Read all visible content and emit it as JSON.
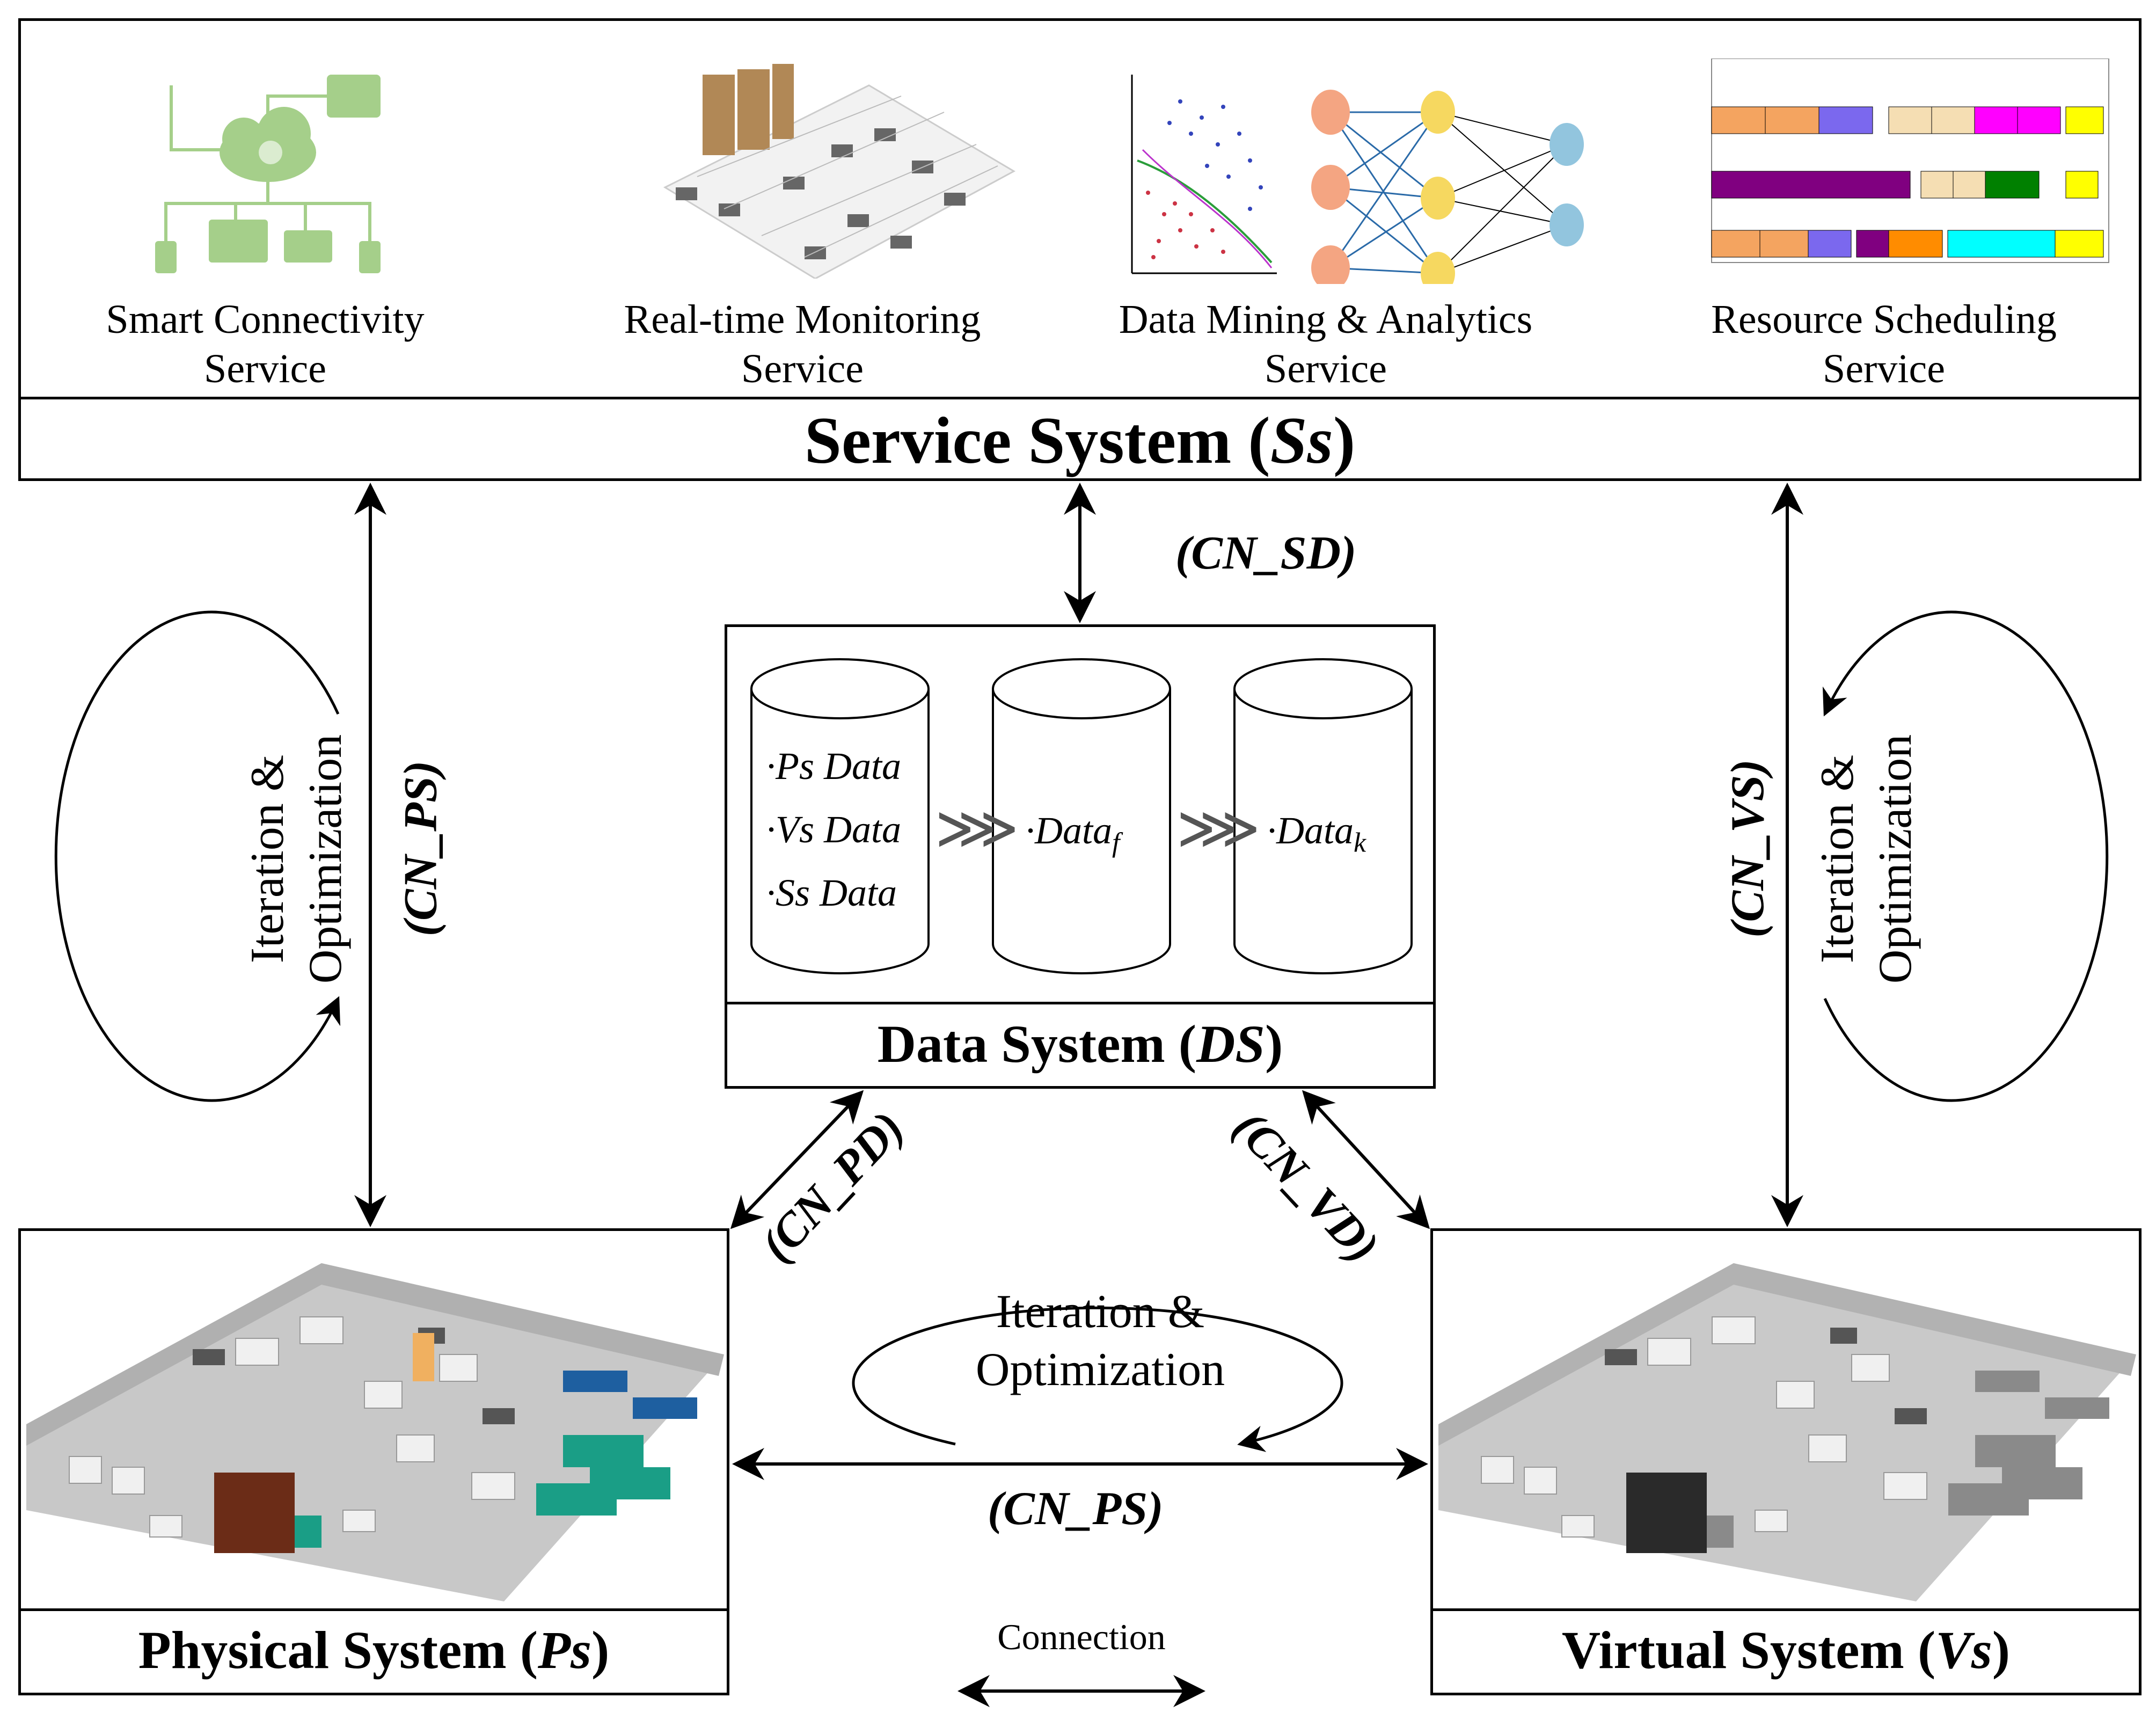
{
  "service_system": {
    "title_main": "Service System (",
    "title_italic": "Ss",
    "title_close": ")",
    "services": [
      {
        "line1": "Smart Connectivity",
        "line2": "Service",
        "image": "cloud-network-icon"
      },
      {
        "line1": "Real-time Monitoring",
        "line2": "Service",
        "image": "warehouse-monitoring-image"
      },
      {
        "line1": "Data Mining & Analytics",
        "line2": "Service",
        "image": "neural-network-image"
      },
      {
        "line1": "Resource Scheduling",
        "line2": "Service",
        "image": "gantt-chart-image"
      }
    ]
  },
  "data_system": {
    "title_main": "Data System (",
    "title_italic": "DS",
    "title_close": ")",
    "cylinder1": [
      "·Ps Data",
      "·Vs Data",
      "·Ss Data"
    ],
    "cylinder2": "·Data",
    "cylinder2_sub": "f",
    "cylinder3": "·Data",
    "cylinder3_sub": "k",
    "flow_symbol": "⋙"
  },
  "physical_system": {
    "title_main": "Physical System (",
    "title_italic": "Ps",
    "title_close": ")",
    "image": "factory-3d-colored-image"
  },
  "virtual_system": {
    "title_main": "Virtual System (",
    "title_italic": "Vs",
    "title_close": ")",
    "image": "factory-3d-gray-image"
  },
  "connections": {
    "cn_sd": "(CN_SD)",
    "cn_ps_left": "(CN_PS)",
    "cn_vs_right": "(CN_VS)",
    "cn_pd": "(CN_PD)",
    "cn_vd": "(CN_VD)",
    "cn_ps_bottom": "(CN_PS)"
  },
  "iteration": {
    "line1": "Iteration &",
    "line2": "Optimization"
  },
  "legend": {
    "label": "Connection"
  }
}
